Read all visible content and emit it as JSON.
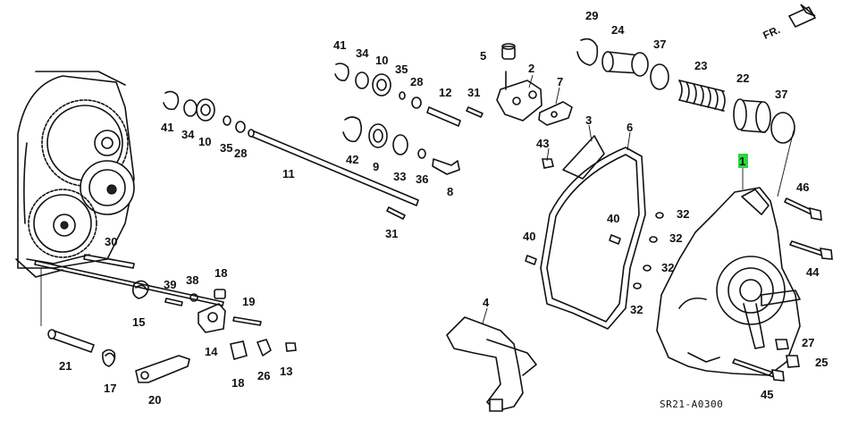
{
  "diagram": {
    "diagram_code": "SR21-A0300",
    "direction_label": "FR.",
    "highlighted_part": "1",
    "highlight_color": "#2bd63c",
    "labels": {
      "p1": "1",
      "p2": "2",
      "p3": "3",
      "p4": "4",
      "p5": "5",
      "p6": "6",
      "p7": "7",
      "p8": "8",
      "p9": "9",
      "p10a": "10",
      "p10b": "10",
      "p11": "11",
      "p12": "12",
      "p13": "13",
      "p14": "14",
      "p15": "15",
      "p17": "17",
      "p18a": "18",
      "p18b": "18",
      "p19": "19",
      "p20": "20",
      "p21": "21",
      "p22": "22",
      "p23": "23",
      "p24": "24",
      "p25": "25",
      "p26": "26",
      "p27": "27",
      "p28a": "28",
      "p28b": "28",
      "p29": "29",
      "p30": "30",
      "p31a": "31",
      "p31b": "31",
      "p32a": "32",
      "p32b": "32",
      "p32c": "32",
      "p32d": "32",
      "p33": "33",
      "p34a": "34",
      "p34b": "34",
      "p35a": "35",
      "p35b": "35",
      "p36": "36",
      "p37a": "37",
      "p37b": "37",
      "p38": "38",
      "p39": "39",
      "p40a": "40",
      "p40b": "40",
      "p41a": "41",
      "p41b": "41",
      "p42": "42",
      "p43": "43",
      "p44": "44",
      "p45": "45",
      "p46": "46"
    }
  }
}
